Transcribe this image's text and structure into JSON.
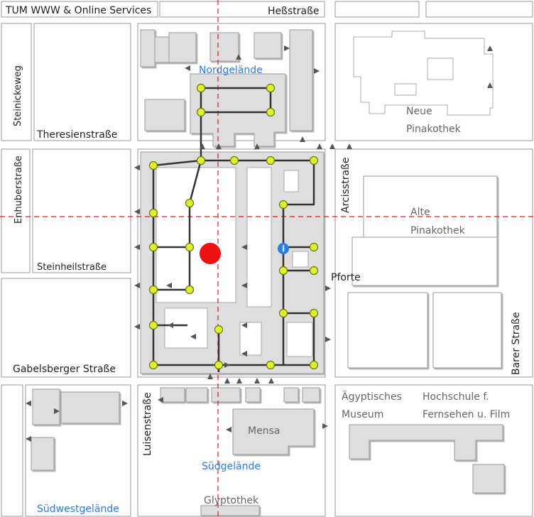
{
  "header": {
    "title": "TUM WWW & Online Services"
  },
  "streets": {
    "hessstrasse": "Heßstraße",
    "steinickeweg": "Steinickeweg",
    "theresienstrasse": "Theresienstraße",
    "enhuberstrasse": "Enhuberstraße",
    "steinheilstrasse": "Steinheilstraße",
    "gabelsberger": "Gabelsberger Straße",
    "arcisstrasse": "Arcisstraße",
    "barer": "Barer Straße",
    "luisenstrasse": "Luisenstraße"
  },
  "areas": {
    "nordgelaende": "Nordgelände",
    "suedgelaende": "Südgelände",
    "suedwestgelaende": "Südwestgelände"
  },
  "landmarks": {
    "neue_pinakothek_1": "Neue",
    "neue_pinakothek_2": "Pinakothek",
    "alte_pinakothek_1": "Alte",
    "alte_pinakothek_2": "Pinakothek",
    "pforte": "Pforte",
    "aegyptisches": "Ägyptisches",
    "museum": "Museum",
    "hochschule_1": "Hochschule f.",
    "hochschule_2": "Fernsehen u. Film",
    "mensa": "Mensa",
    "glyptothek": "Glyptothek"
  },
  "info_icon": "i",
  "colors": {
    "street_lines": "#999999",
    "building_fill": "#dedede",
    "building_stroke": "#9a9a9a",
    "path_line": "#333333",
    "node_fill": "#ddee33",
    "node_stroke": "#6a7a00",
    "marker_red": "#ee1111",
    "info_blue": "#2a7de1",
    "area_label_blue": "#2a7de1",
    "crosshair": "#cc2222"
  }
}
